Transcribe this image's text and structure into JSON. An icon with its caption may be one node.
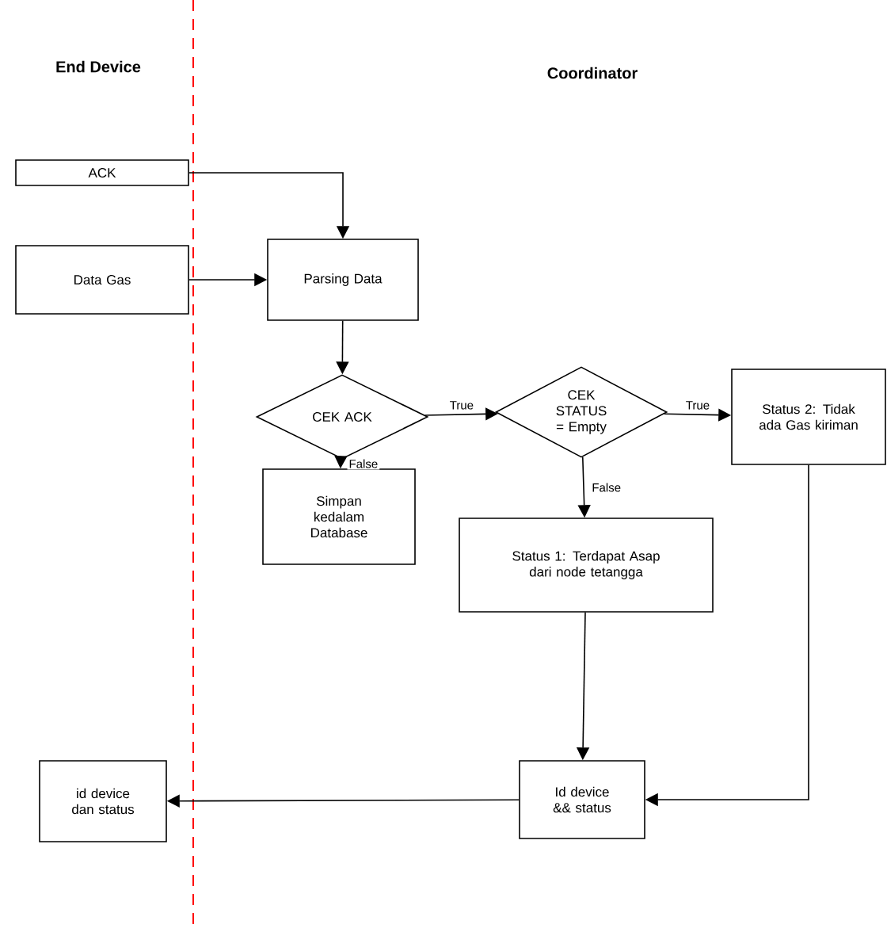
{
  "diagram": {
    "nodes": [
      {
        "text": [
          "ACK"
        ]
      },
      {
        "text": [
          "Data Gas"
        ]
      },
      {
        "text": [
          "Parsing Data"
        ]
      },
      {
        "text": [
          "CEK ACK"
        ]
      },
      {
        "text": [
          "CEK STATUS = Empty"
        ]
      },
      {
        "text": [
          "Status 2: Tidak ada Gas kiriman"
        ]
      },
      {
        "text": [
          "Simpan kedalam Database"
        ]
      },
      {
        "text": [
          "Status 1: Terdapat Asap dari node tetangga"
        ]
      },
      {
        "text": [
          "Id device && status"
        ]
      },
      {
        "text": [
          "id device dan status"
        ]
      }
    ],
    "edges": [
      {
        "from": 0,
        "to": 2,
        "arrow": "to"
      },
      {
        "from": 1,
        "to": 2,
        "arrow": "to"
      },
      {
        "from": 2,
        "to": 3,
        "arrow": "to"
      },
      {
        "from": 3,
        "to": 4,
        "arrow": "to",
        "label": "True"
      },
      {
        "from": 3,
        "to": 6,
        "arrow": "to",
        "label": "False"
      },
      {
        "from": 4,
        "to": 5,
        "arrow": "to",
        "label": "True"
      },
      {
        "from": 4,
        "to": 7,
        "arrow": "to",
        "label": "False"
      },
      {
        "from": 7,
        "to": 8,
        "arrow": "to"
      },
      {
        "from": 5,
        "to": 8,
        "arrow": "to"
      },
      {
        "from": 8,
        "to": 9,
        "arrow": "to"
      }
    ],
    "labels": [
      "End Device",
      "Coordinator"
    ]
  }
}
